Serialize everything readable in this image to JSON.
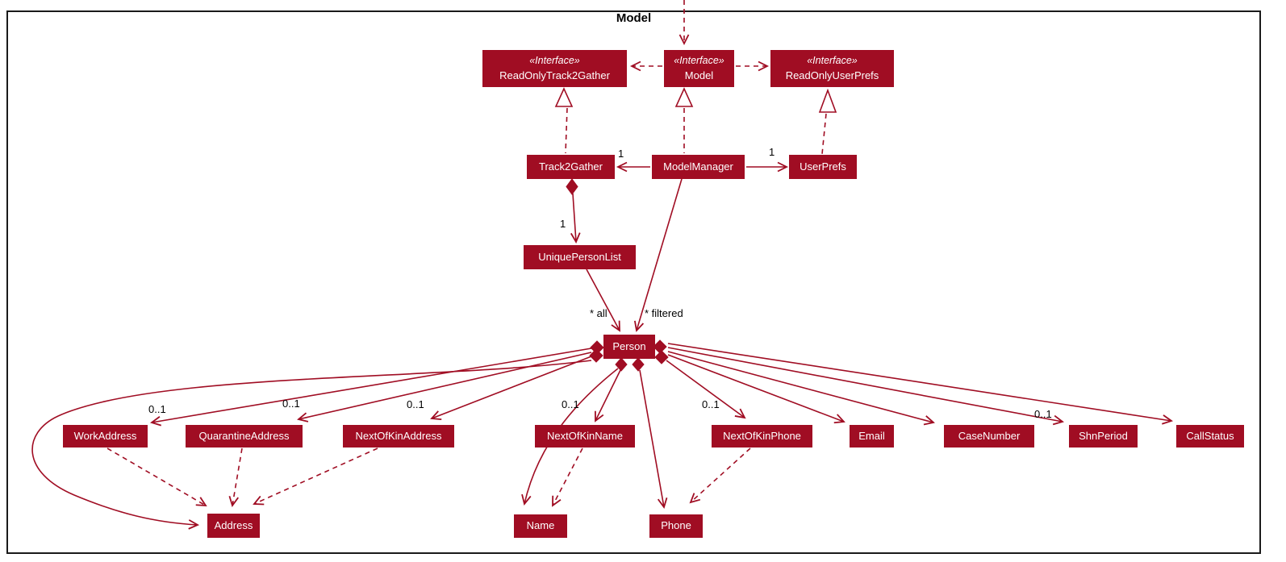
{
  "diagram": {
    "type": "uml-class-diagram",
    "frame_title": "Model",
    "stereotype_interface": "«Interface»",
    "colors": {
      "class_fill": "#A00D23",
      "class_text": "#FFFFFF",
      "arrow": "#A00D23",
      "edge_label_text": "#000000",
      "frame_border": "#1A1A1A",
      "background": "#FFFFFF"
    },
    "nodes": {
      "readonly_track2gather": "ReadOnlyTrack2Gather",
      "model": "Model",
      "readonly_userprefs": "ReadOnlyUserPrefs",
      "track2gather": "Track2Gather",
      "modelmanager": "ModelManager",
      "userprefs": "UserPrefs",
      "uniquepersonlist": "UniquePersonList",
      "person": "Person",
      "workaddress": "WorkAddress",
      "quarantineaddress": "QuarantineAddress",
      "nextofkinaddress": "NextOfKinAddress",
      "nextofkinname": "NextOfKinName",
      "nextofkinphone": "NextOfKinPhone",
      "email": "Email",
      "casenumber": "CaseNumber",
      "shnperiod": "ShnPeriod",
      "callstatus": "CallStatus",
      "address": "Address",
      "name": "Name",
      "phone": "Phone"
    },
    "labels": {
      "modelmanager_track2gather": "1",
      "modelmanager_userprefs": "1",
      "track2gather_uniquepersonlist": "1",
      "uniquepersonlist_person": "* all",
      "modelmanager_person": "* filtered",
      "person_workaddress": "0..1",
      "person_quarantineaddress": "0..1",
      "person_nextofkinaddress": "0..1",
      "person_nextofkinname": "0..1",
      "person_nextofkinphone": "0..1",
      "person_shnperiod": "0..1"
    },
    "edges": [
      {
        "from": "(external)",
        "to": "Model",
        "type": "dashed-arrow"
      },
      {
        "from": "Model",
        "to": "ReadOnlyTrack2Gather",
        "type": "dashed-arrow"
      },
      {
        "from": "Model",
        "to": "ReadOnlyUserPrefs",
        "type": "dashed-arrow"
      },
      {
        "from": "Track2Gather",
        "to": "ReadOnlyTrack2Gather",
        "type": "realization"
      },
      {
        "from": "ModelManager",
        "to": "Model",
        "type": "realization"
      },
      {
        "from": "UserPrefs",
        "to": "ReadOnlyUserPrefs",
        "type": "realization"
      },
      {
        "from": "ModelManager",
        "to": "Track2Gather",
        "type": "association",
        "label": "1"
      },
      {
        "from": "ModelManager",
        "to": "UserPrefs",
        "type": "association",
        "label": "1"
      },
      {
        "from": "Track2Gather",
        "to": "UniquePersonList",
        "type": "composition",
        "label": "1"
      },
      {
        "from": "UniquePersonList",
        "to": "Person",
        "type": "association",
        "label": "* all"
      },
      {
        "from": "ModelManager",
        "to": "Person",
        "type": "association",
        "label": "* filtered"
      },
      {
        "from": "Person",
        "to": "WorkAddress",
        "type": "composition",
        "label": "0..1"
      },
      {
        "from": "Person",
        "to": "QuarantineAddress",
        "type": "composition",
        "label": "0..1"
      },
      {
        "from": "Person",
        "to": "NextOfKinAddress",
        "type": "composition",
        "label": "0..1"
      },
      {
        "from": "Person",
        "to": "Address",
        "type": "composition"
      },
      {
        "from": "Person",
        "to": "NextOfKinName",
        "type": "composition",
        "label": "0..1"
      },
      {
        "from": "Person",
        "to": "Name",
        "type": "composition"
      },
      {
        "from": "Person",
        "to": "Phone",
        "type": "composition"
      },
      {
        "from": "Person",
        "to": "NextOfKinPhone",
        "type": "composition",
        "label": "0..1"
      },
      {
        "from": "Person",
        "to": "Email",
        "type": "composition"
      },
      {
        "from": "Person",
        "to": "CaseNumber",
        "type": "composition"
      },
      {
        "from": "Person",
        "to": "ShnPeriod",
        "type": "composition",
        "label": "0..1"
      },
      {
        "from": "Person",
        "to": "CallStatus",
        "type": "composition"
      },
      {
        "from": "WorkAddress",
        "to": "Address",
        "type": "dependency"
      },
      {
        "from": "QuarantineAddress",
        "to": "Address",
        "type": "dependency"
      },
      {
        "from": "NextOfKinAddress",
        "to": "Address",
        "type": "dependency"
      },
      {
        "from": "NextOfKinName",
        "to": "Name",
        "type": "dependency"
      },
      {
        "from": "NextOfKinPhone",
        "to": "Phone",
        "type": "dependency"
      }
    ]
  }
}
